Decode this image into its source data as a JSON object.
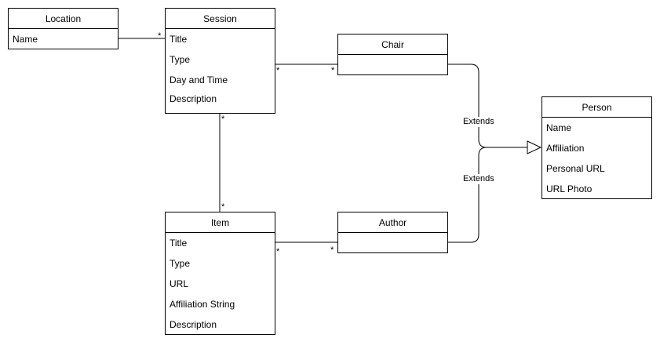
{
  "classes": {
    "location": {
      "name": "Location",
      "attributes": [
        "Name"
      ]
    },
    "session": {
      "name": "Session",
      "attributes": [
        "Title",
        "Type",
        "Day and Time",
        "Description"
      ]
    },
    "chair": {
      "name": "Chair",
      "attributes": []
    },
    "person": {
      "name": "Person",
      "attributes": [
        "Name",
        "Affiliation",
        "Personal URL",
        "URL Photo"
      ]
    },
    "item": {
      "name": "Item",
      "attributes": [
        "Title",
        "Type",
        "URL",
        "Affiliation String",
        "Description"
      ]
    },
    "author": {
      "name": "Author",
      "attributes": []
    }
  },
  "associations": {
    "location_session": {
      "target_multiplicity": "*"
    },
    "session_chair": {
      "source_multiplicity": "*",
      "target_multiplicity": "*"
    },
    "session_item": {
      "source_multiplicity": "*",
      "target_multiplicity": "*"
    },
    "item_author": {
      "source_multiplicity": "*",
      "target_multiplicity": "*"
    }
  },
  "generalizations": {
    "chair_person": {
      "label": "Extends"
    },
    "author_person": {
      "label": "Extends"
    }
  }
}
